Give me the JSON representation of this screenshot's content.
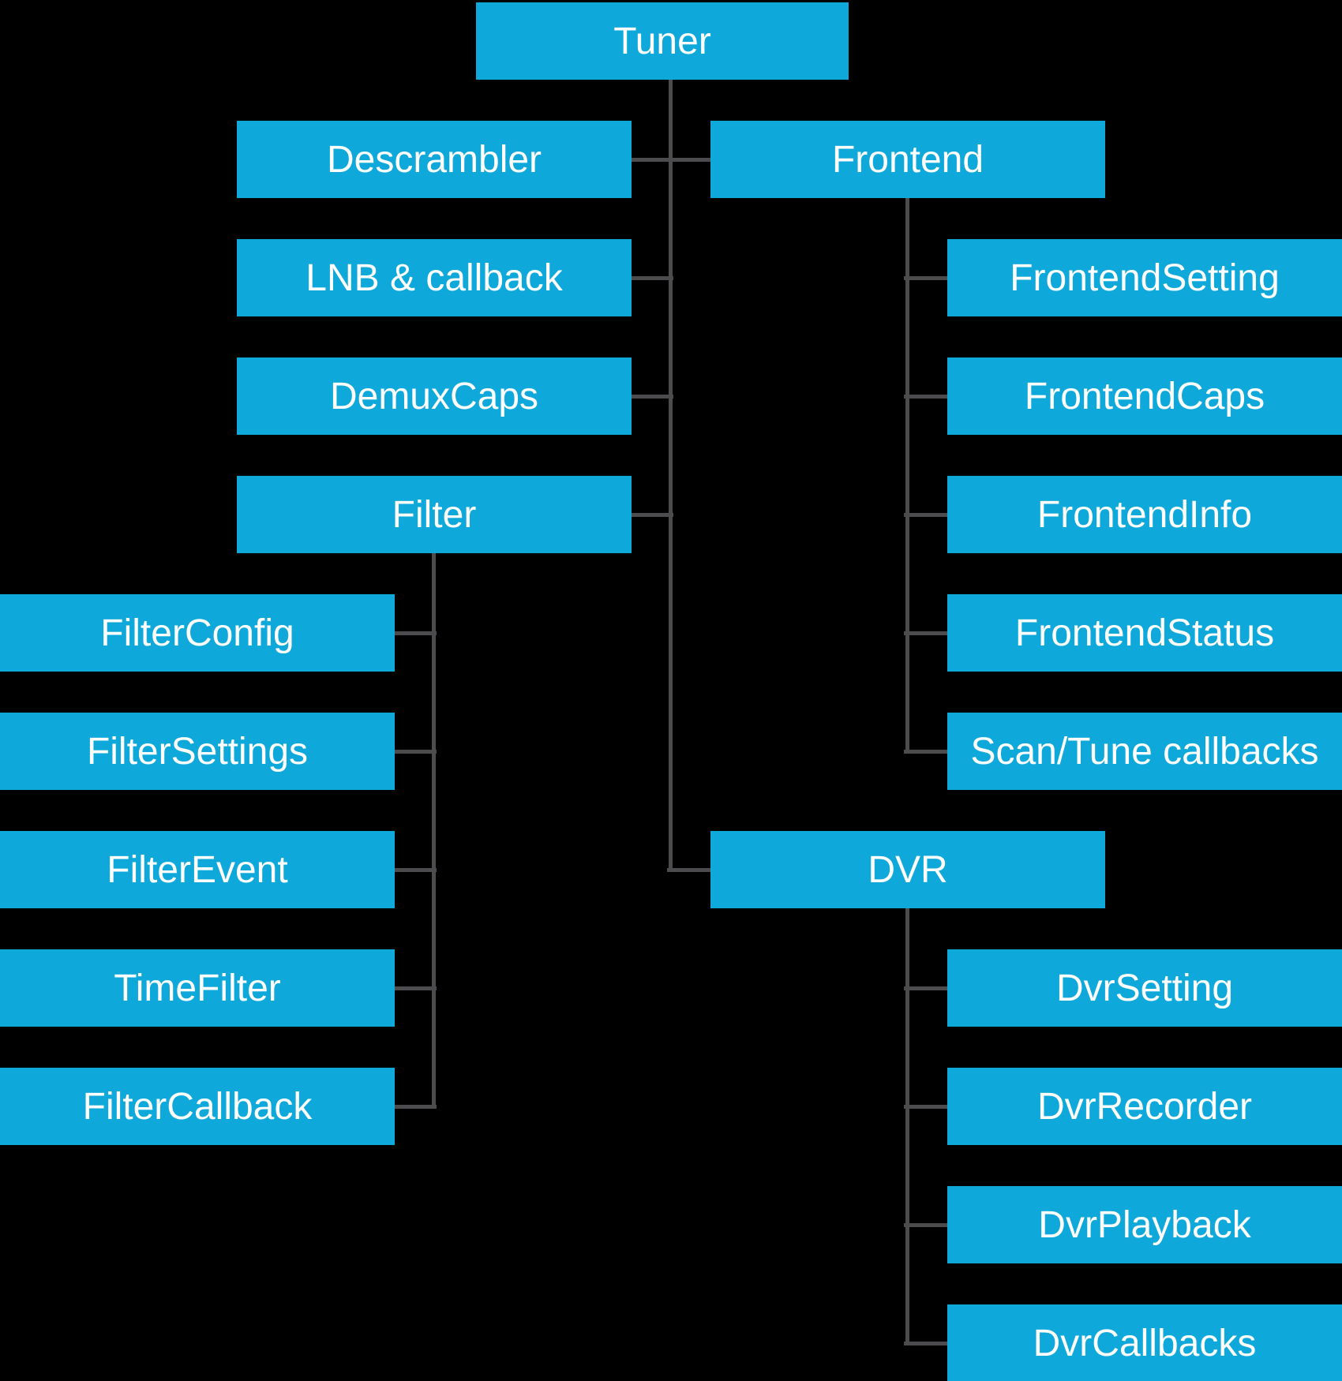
{
  "diagram": {
    "colors": {
      "background": "#000000",
      "node_fill": "#0EA9DA",
      "node_text": "#FFFFFF",
      "connector": "#4C4C4E"
    },
    "nodes": {
      "tuner": {
        "label": "Tuner"
      },
      "descrambler": {
        "label": "Descrambler"
      },
      "lnb": {
        "label": "LNB & callback"
      },
      "demuxcaps": {
        "label": "DemuxCaps"
      },
      "filter": {
        "label": "Filter"
      },
      "filterconfig": {
        "label": "FilterConfig"
      },
      "filtersettings": {
        "label": "FilterSettings"
      },
      "filterevent": {
        "label": "FilterEvent"
      },
      "timefilter": {
        "label": "TimeFilter"
      },
      "filtercallback": {
        "label": "FilterCallback"
      },
      "frontend": {
        "label": "Frontend"
      },
      "frontendsetting": {
        "label": "FrontendSetting"
      },
      "frontendcaps": {
        "label": "FrontendCaps"
      },
      "frontendinfo": {
        "label": "FrontendInfo"
      },
      "frontendstatus": {
        "label": "FrontendStatus"
      },
      "scantune": {
        "label": "Scan/Tune callbacks"
      },
      "dvr": {
        "label": "DVR"
      },
      "dvrsetting": {
        "label": "DvrSetting"
      },
      "dvrrecorder": {
        "label": "DvrRecorder"
      },
      "dvrplayback": {
        "label": "DvrPlayback"
      },
      "dvrcallbacks": {
        "label": "DvrCallbacks"
      }
    },
    "hierarchy": {
      "Tuner": [
        "Descrambler",
        "LNB & callback",
        "DemuxCaps",
        "Filter",
        "Frontend",
        "DVR"
      ],
      "Filter": [
        "FilterConfig",
        "FilterSettings",
        "FilterEvent",
        "TimeFilter",
        "FilterCallback"
      ],
      "Frontend": [
        "FrontendSetting",
        "FrontendCaps",
        "FrontendInfo",
        "FrontendStatus",
        "Scan/Tune callbacks"
      ],
      "DVR": [
        "DvrSetting",
        "DvrRecorder",
        "DvrPlayback",
        "DvrCallbacks"
      ]
    }
  }
}
